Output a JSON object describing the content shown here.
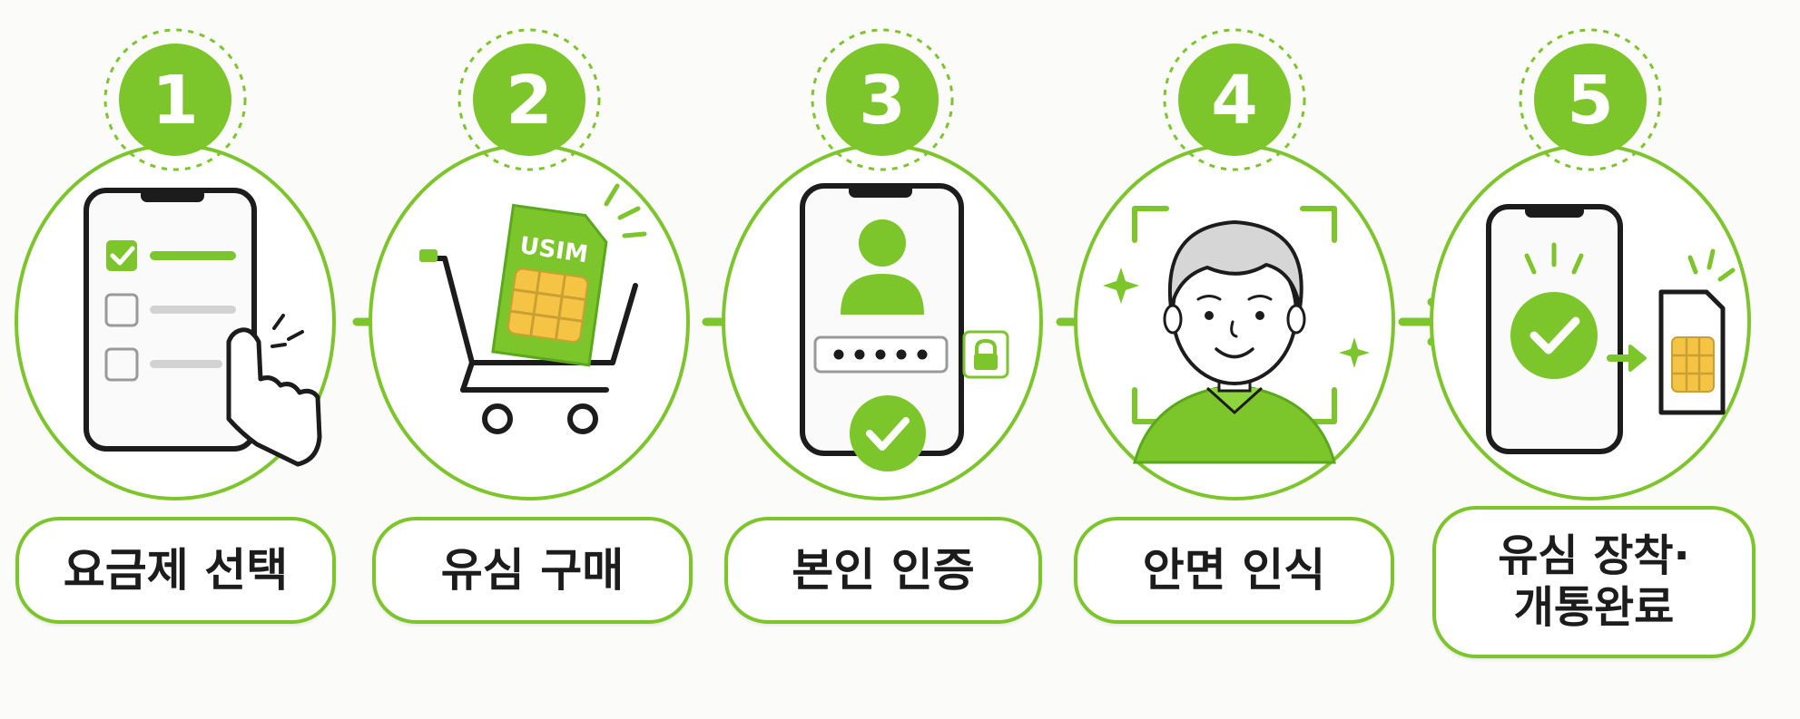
{
  "colors": {
    "accent": "#7cc52a",
    "accent_dark": "#5aa81c",
    "sim_chip": "#f6c445",
    "outline": "#1c1c1c",
    "background": "#fbfbf9"
  },
  "steps": [
    {
      "number": "1",
      "label": "요금제 선택",
      "icon": "checklist-phone-tap-icon"
    },
    {
      "number": "2",
      "label": "유심 구매",
      "icon": "usim-cart-icon",
      "sim_text": "USIM"
    },
    {
      "number": "3",
      "label": "본인 인증",
      "icon": "phone-password-lock-icon"
    },
    {
      "number": "4",
      "label": "안면 인식",
      "icon": "face-scan-icon"
    },
    {
      "number": "5",
      "label": "유심 장착·\n개통완료",
      "icon": "phone-check-sim-icon"
    }
  ],
  "arrow_icon": "arrow-right-icon"
}
